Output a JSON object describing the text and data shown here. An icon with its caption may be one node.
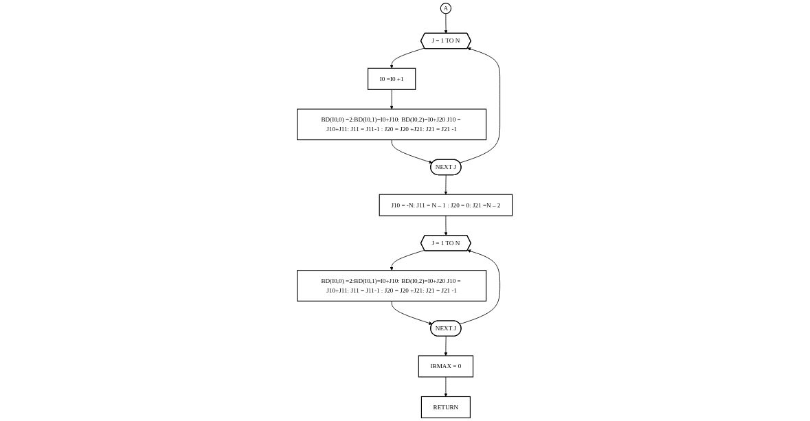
{
  "diagram": {
    "nodes": [
      {
        "text": [
          "A"
        ]
      },
      {
        "text": [
          "J = 1 TO N"
        ]
      },
      {
        "text": [
          "I0 =I0 +1"
        ]
      },
      {
        "text": [
          "BD(I0,0) =2:BD(I0,1)=I0+J10: BD(I0,2)=I0+J20 J10 = J10+J11: J11 = J11-1 : J20 = J20 +J21: J21 = J21 -1"
        ]
      },
      {
        "text": [
          "NEXT J"
        ]
      },
      {
        "text": [
          "J10 = -N: J11 = N – 1 : J20 = 0: J21 =N – 2"
        ]
      },
      {
        "text": [
          "J = 1 TO N"
        ]
      },
      {
        "text": [
          "BD(I0,0) =2:BD(I0,1)=I0+J10: BD(I0,2)=I0+J20 J10 = J10+J11: J11 = J11-1 : J20 = J20 +J21: J21 = J21 -1"
        ]
      },
      {
        "text": [
          "NEXT J"
        ]
      },
      {
        "text": [
          "IBMAX = 0"
        ]
      },
      {
        "text": [
          "RETURN"
        ]
      }
    ],
    "edges": [
      {
        "from": 0,
        "to": 1,
        "arrow": "to"
      },
      {
        "from": 1,
        "to": 2,
        "arrow": "to"
      },
      {
        "from": 2,
        "to": 3,
        "arrow": "to"
      },
      {
        "from": 3,
        "to": 4,
        "arrow": "to"
      },
      {
        "from": 4,
        "to": 1,
        "arrow": "to"
      },
      {
        "from": 4,
        "to": 5,
        "arrow": "to"
      },
      {
        "from": 5,
        "to": 6,
        "arrow": "to"
      },
      {
        "from": 6,
        "to": 7,
        "arrow": "to"
      },
      {
        "from": 7,
        "to": 8,
        "arrow": "to"
      },
      {
        "from": 8,
        "to": 6,
        "arrow": "to"
      },
      {
        "from": 8,
        "to": 9,
        "arrow": "to"
      },
      {
        "from": 9,
        "to": 10,
        "arrow": "to"
      }
    ]
  }
}
